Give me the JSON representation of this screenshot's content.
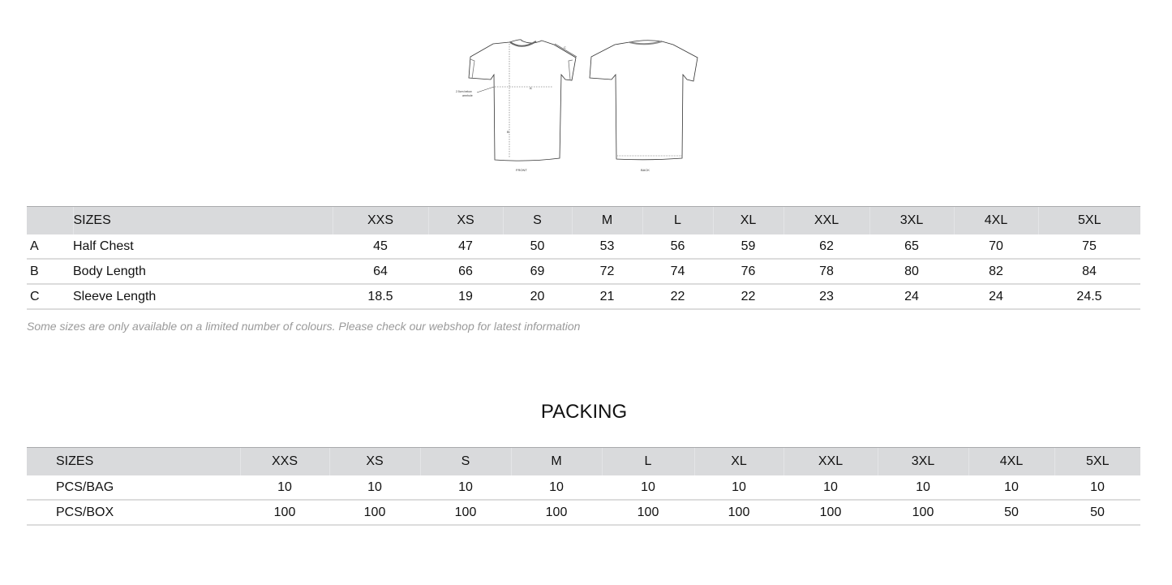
{
  "diagram": {
    "front_label": "FRONT",
    "back_label": "BACK",
    "measure_a": "A",
    "measure_b": "B",
    "measure_c": "C",
    "armhole_note_1": "2.5cm below",
    "armhole_note_2": "armhole"
  },
  "size_table": {
    "header_label": "SIZES",
    "sizes": [
      "XXS",
      "XS",
      "S",
      "M",
      "L",
      "XL",
      "XXL",
      "3XL",
      "4XL",
      "5XL"
    ],
    "rows": [
      {
        "letter": "A",
        "label": "Half Chest",
        "values": [
          "45",
          "47",
          "50",
          "53",
          "56",
          "59",
          "62",
          "65",
          "70",
          "75"
        ]
      },
      {
        "letter": "B",
        "label": "Body Length",
        "values": [
          "64",
          "66",
          "69",
          "72",
          "74",
          "76",
          "78",
          "80",
          "82",
          "84"
        ]
      },
      {
        "letter": "C",
        "label": "Sleeve Length",
        "values": [
          "18.5",
          "19",
          "20",
          "21",
          "22",
          "22",
          "23",
          "24",
          "24",
          "24.5"
        ]
      }
    ],
    "note": "Some sizes are only available on a limited number of colours. Please check our webshop for latest information"
  },
  "packing": {
    "title": "PACKING",
    "header_label": "SIZES",
    "sizes": [
      "XXS",
      "XS",
      "S",
      "M",
      "L",
      "XL",
      "XXL",
      "3XL",
      "4XL",
      "5XL"
    ],
    "rows": [
      {
        "label": "PCS/BAG",
        "values": [
          "10",
          "10",
          "10",
          "10",
          "10",
          "10",
          "10",
          "10",
          "10",
          "10"
        ]
      },
      {
        "label": "PCS/BOX",
        "values": [
          "100",
          "100",
          "100",
          "100",
          "100",
          "100",
          "100",
          "100",
          "50",
          "50"
        ]
      }
    ]
  }
}
